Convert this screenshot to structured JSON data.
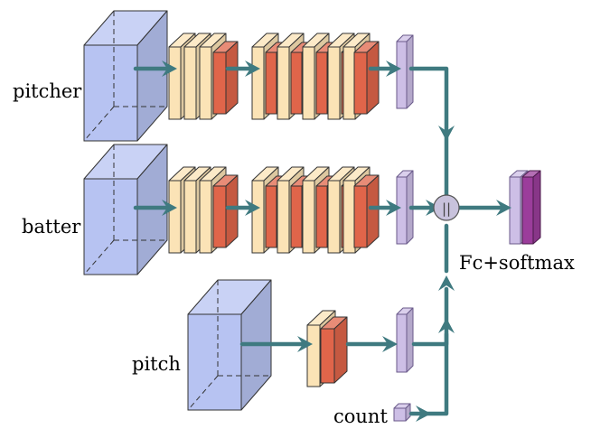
{
  "labels": {
    "pitcher": "pitcher",
    "batter": "batter",
    "pitch": "pitch",
    "count": "count",
    "output": "Fc+softmax",
    "merge_symbol": "||"
  },
  "colors": {
    "input_volume": "#b7c3f2",
    "input_edge": "#222222",
    "conv_layer": "#fbe3b6",
    "pool_layer": "#e0654a",
    "flat_vector": "#cdbfe6",
    "arrow": "#3f7a80",
    "output_vector": "#9b3d9b",
    "merge_node": "#c8c2dc"
  }
}
